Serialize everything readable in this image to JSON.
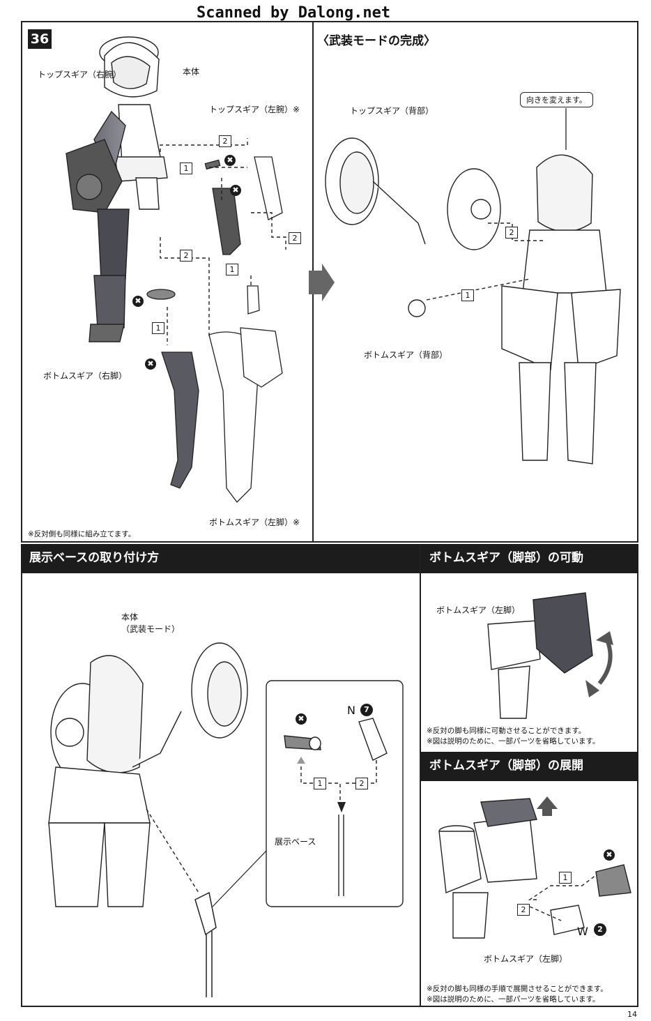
{
  "header": {
    "scan_credit": "Scanned by Dalong.net"
  },
  "page_number": "14",
  "step36": {
    "number": "36",
    "title": "〈武装モードの完成〉",
    "labels": {
      "top_gear_right_arm": "トップスギア（右腕）",
      "body": "本体",
      "top_gear_left_arm": "トップスギア（左腕）※",
      "bottom_gear_right_leg": "ボトムスギア（右脚）",
      "bottom_gear_left_leg": "ボトムスギア（左脚）※",
      "top_gear_back": "トップスギア（背部）",
      "turn_around": "向きを変えます。",
      "bottom_gear_back": "ボトムスギア（背部）"
    },
    "note": "※反対側も同様に組み立てます。",
    "steps": [
      "1",
      "2"
    ]
  },
  "display_base": {
    "title": "展示ベースの取り付け方",
    "labels": {
      "body_armed_line1": "本体",
      "body_armed_line2": "（武装モード）",
      "part_n": "N",
      "part_n_num": "7",
      "display_base": "展示ベース"
    }
  },
  "bottom_gear_movement": {
    "title": "ボトムスギア（脚部）の可動",
    "label": "ボトムスギア（左脚）",
    "note1": "※反対の脚も同様に可動させることができます。",
    "note2": "※図は説明のために、一部パーツを省略しています。"
  },
  "bottom_gear_deploy": {
    "title": "ボトムスギア（脚部）の展開",
    "label": "ボトムスギア（左脚）",
    "part_w": "W",
    "part_w_num": "2",
    "note1": "※反対の脚も同様の手順で展開させることができます。",
    "note2": "※図は説明のために、一部パーツを省略しています。"
  },
  "marks": {
    "x": "✖"
  }
}
